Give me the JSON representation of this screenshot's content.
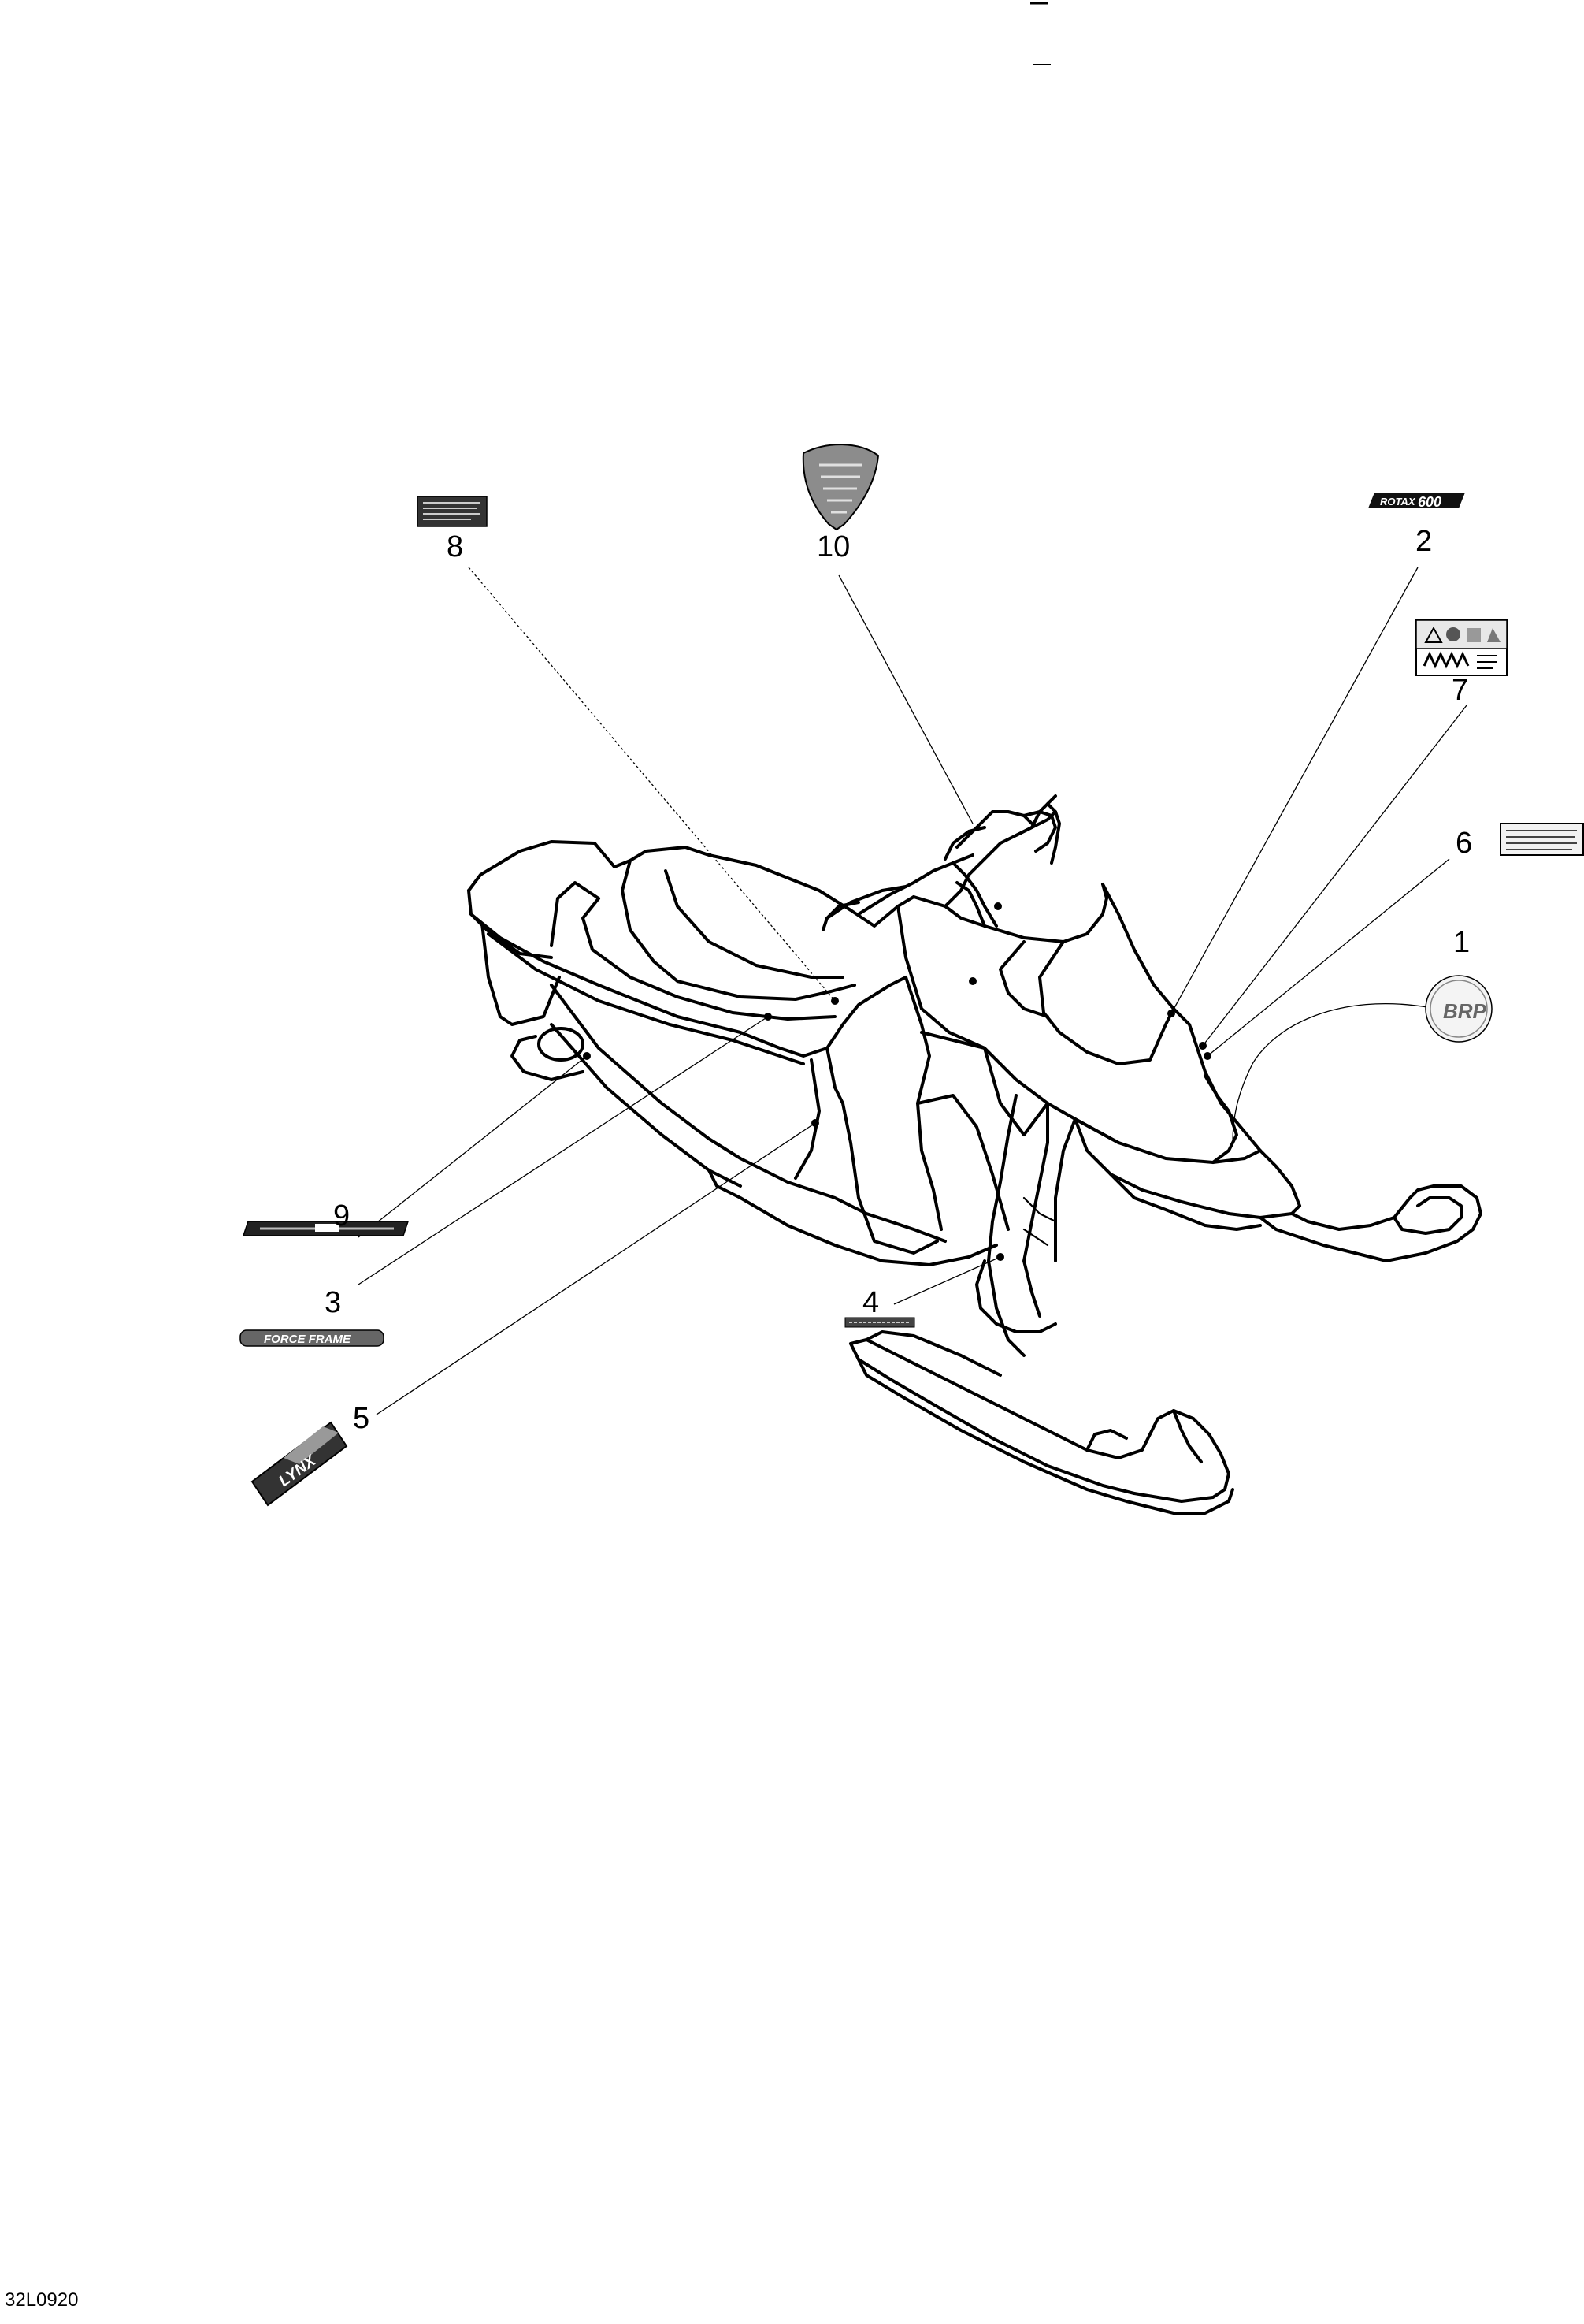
{
  "diagram": {
    "reference_code": "32L0920",
    "callouts": [
      "1",
      "2",
      "3",
      "4",
      "5",
      "6",
      "7",
      "8",
      "9",
      "10"
    ],
    "decal_texts": {
      "rotax": "ROTAX",
      "rotax_number": "600",
      "force_frame": "FORCE FRAME",
      "lynx": "LYNX",
      "brp": "BRP"
    }
  }
}
